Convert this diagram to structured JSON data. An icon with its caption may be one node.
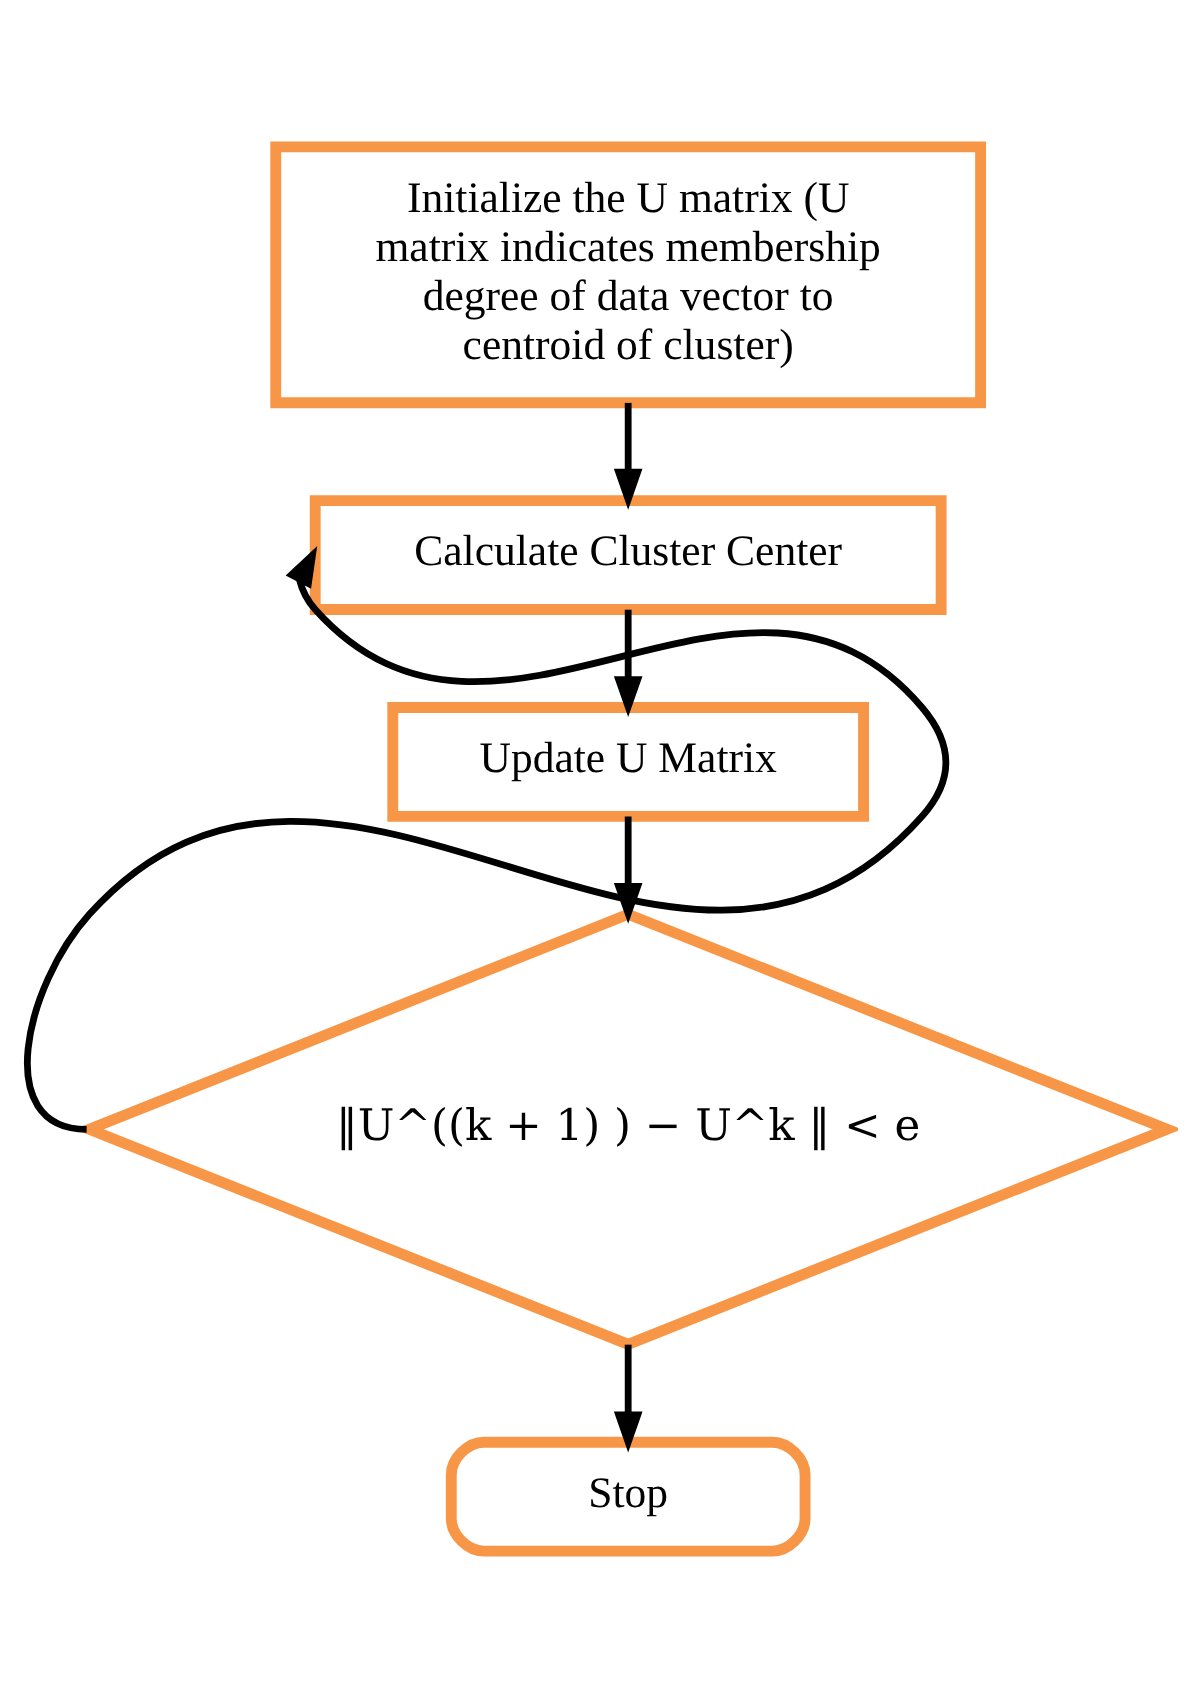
{
  "diagram": {
    "nodes": [
      {
        "text": [
          "Initialize the U matrix (U matrix indicates membership degree of data vector to centroid of cluster)"
        ]
      },
      {
        "text": [
          "Calculate Cluster Center"
        ]
      },
      {
        "text": [
          "Update U Matrix"
        ]
      },
      {
        "text": [
          "‖U^((k + 1) ) − U^k ‖ < e"
        ]
      },
      {
        "text": [
          "Stop"
        ]
      }
    ],
    "edges": [
      {
        "from": 0,
        "to": 1,
        "arrow": "to"
      },
      {
        "from": 1,
        "to": 2,
        "arrow": "to"
      },
      {
        "from": 2,
        "to": 3,
        "arrow": "to"
      },
      {
        "from": 3,
        "to": 1,
        "arrow": "to"
      },
      {
        "from": 3,
        "to": 4,
        "arrow": "to"
      }
    ]
  }
}
